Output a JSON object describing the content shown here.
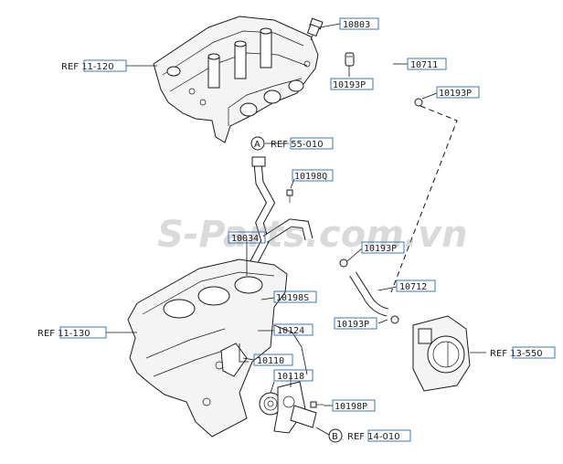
{
  "watermark": "S-Parts.com.vn",
  "refs": {
    "head": "REF 11-120",
    "ref_a": "REF 55-010",
    "block": "REF 11-130",
    "throttle": "REF 13-550",
    "ref_b": "REF 14-010"
  },
  "markers": {
    "a": "A",
    "b": "B"
  },
  "parts": {
    "p10803": "10803",
    "p10711": "10711",
    "p10193P_top_left": "10193P",
    "p10193P_top_right": "10193P",
    "p10198Q": "10198Q",
    "p10193P_mid": "10193P",
    "p10034": "10034",
    "p10712": "10712",
    "p10198S": "10198S",
    "p10193P_low": "10193P",
    "p10124": "10124",
    "p10110": "10110",
    "p10118": "10118",
    "p10198P": "10198P"
  }
}
